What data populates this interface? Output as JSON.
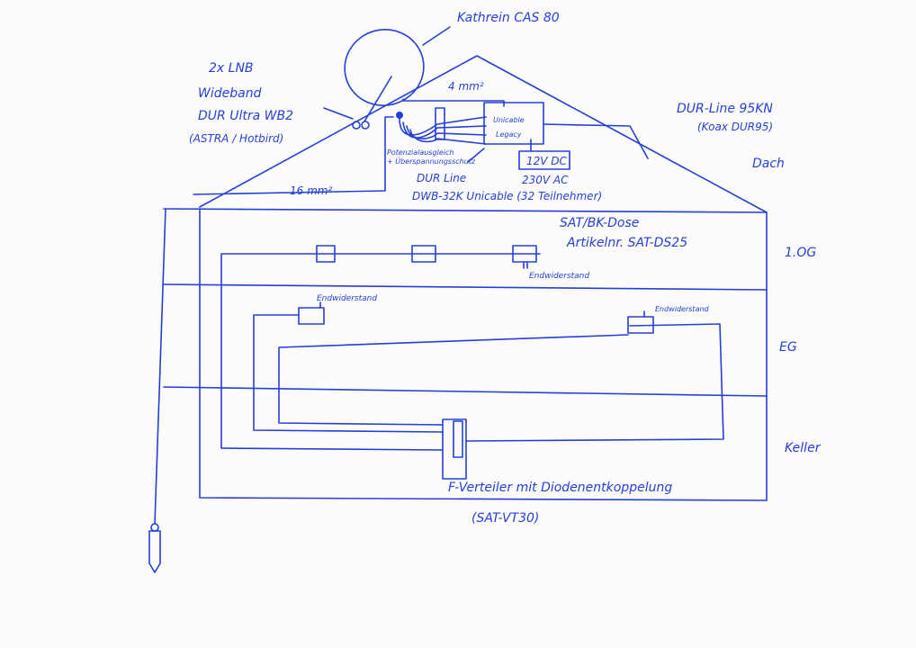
{
  "title": {
    "dish": "Kathrein CAS 80"
  },
  "lnb": {
    "line1": "2x LNB",
    "line2": "Wideband",
    "line3": "DUR Ultra WB2",
    "line4": "(ASTRA / Hotbird)"
  },
  "roof": {
    "cable_4mm": "4 mm²",
    "cable_16mm": "16 mm²",
    "multiswitch_label1": "Unicable",
    "multiswitch_label2": "Legacy",
    "grounding1": "Potenzialausgleich",
    "grounding2": "+ Überspannungsschutz",
    "switch_brand": "DUR Line",
    "switch_model": "DWB-32K Unicable (32 Teilnehmer)",
    "psu": "12V DC",
    "mains": "230V AC",
    "coax1": "DUR-Line 95KN",
    "coax2": "(Koax DUR95)",
    "floor": "Dach"
  },
  "floors": {
    "og": "1.OG",
    "eg": "EG",
    "keller": "Keller",
    "socket1": "SAT/BK-Dose",
    "socket2": "Artikelnr. SAT-DS25",
    "term1": "Endwiderstand",
    "term2": "Endwiderstand",
    "term3": "Endwiderstand",
    "splitter1": "F-Verteiler mit Diodenentkoppelung",
    "splitter2": "(SAT-VT30)"
  }
}
